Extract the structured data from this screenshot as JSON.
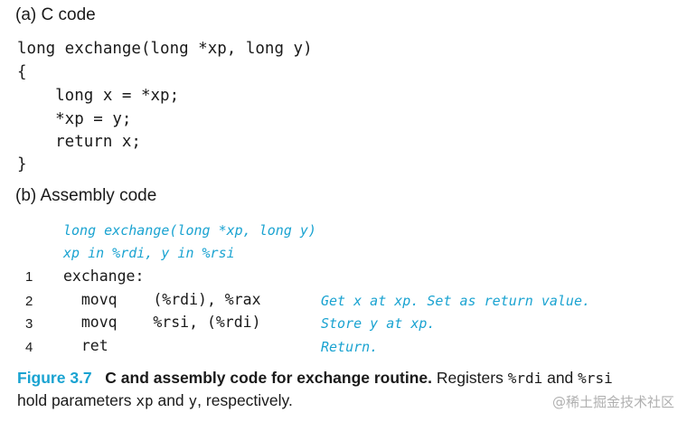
{
  "section_a": {
    "heading": "(a) C code",
    "lines": [
      "long exchange(long *xp, long y)",
      "{",
      "    long x = *xp;",
      "    *xp = y;",
      "    return x;",
      "}"
    ]
  },
  "section_b": {
    "heading": "(b) Assembly code",
    "header_comments": [
      "long exchange(long *xp, long y)",
      "xp in %rdi, y in %rsi"
    ],
    "rows": [
      {
        "num": "1",
        "code": "exchange:",
        "comment": ""
      },
      {
        "num": "2",
        "code": "  movq    (%rdi), %rax",
        "comment": "Get x at xp. Set as return value."
      },
      {
        "num": "3",
        "code": "  movq    %rsi, (%rdi)",
        "comment": "Store y at xp."
      },
      {
        "num": "4",
        "code": "  ret",
        "comment": "Return."
      }
    ]
  },
  "caption": {
    "figure_label": "Figure 3.7",
    "title": "C and assembly code for exchange routine.",
    "text1": "Registers ",
    "reg1": "%rdi",
    "text2": " and ",
    "reg2": "%rsi",
    "text3": "hold parameters ",
    "param1": "xp",
    "text4": " and ",
    "param2": "y",
    "text5": ", respectively."
  },
  "watermark": "@稀土掘金技术社区",
  "colors": {
    "accent": "#1aa3d1",
    "text": "#1a1a1a"
  }
}
